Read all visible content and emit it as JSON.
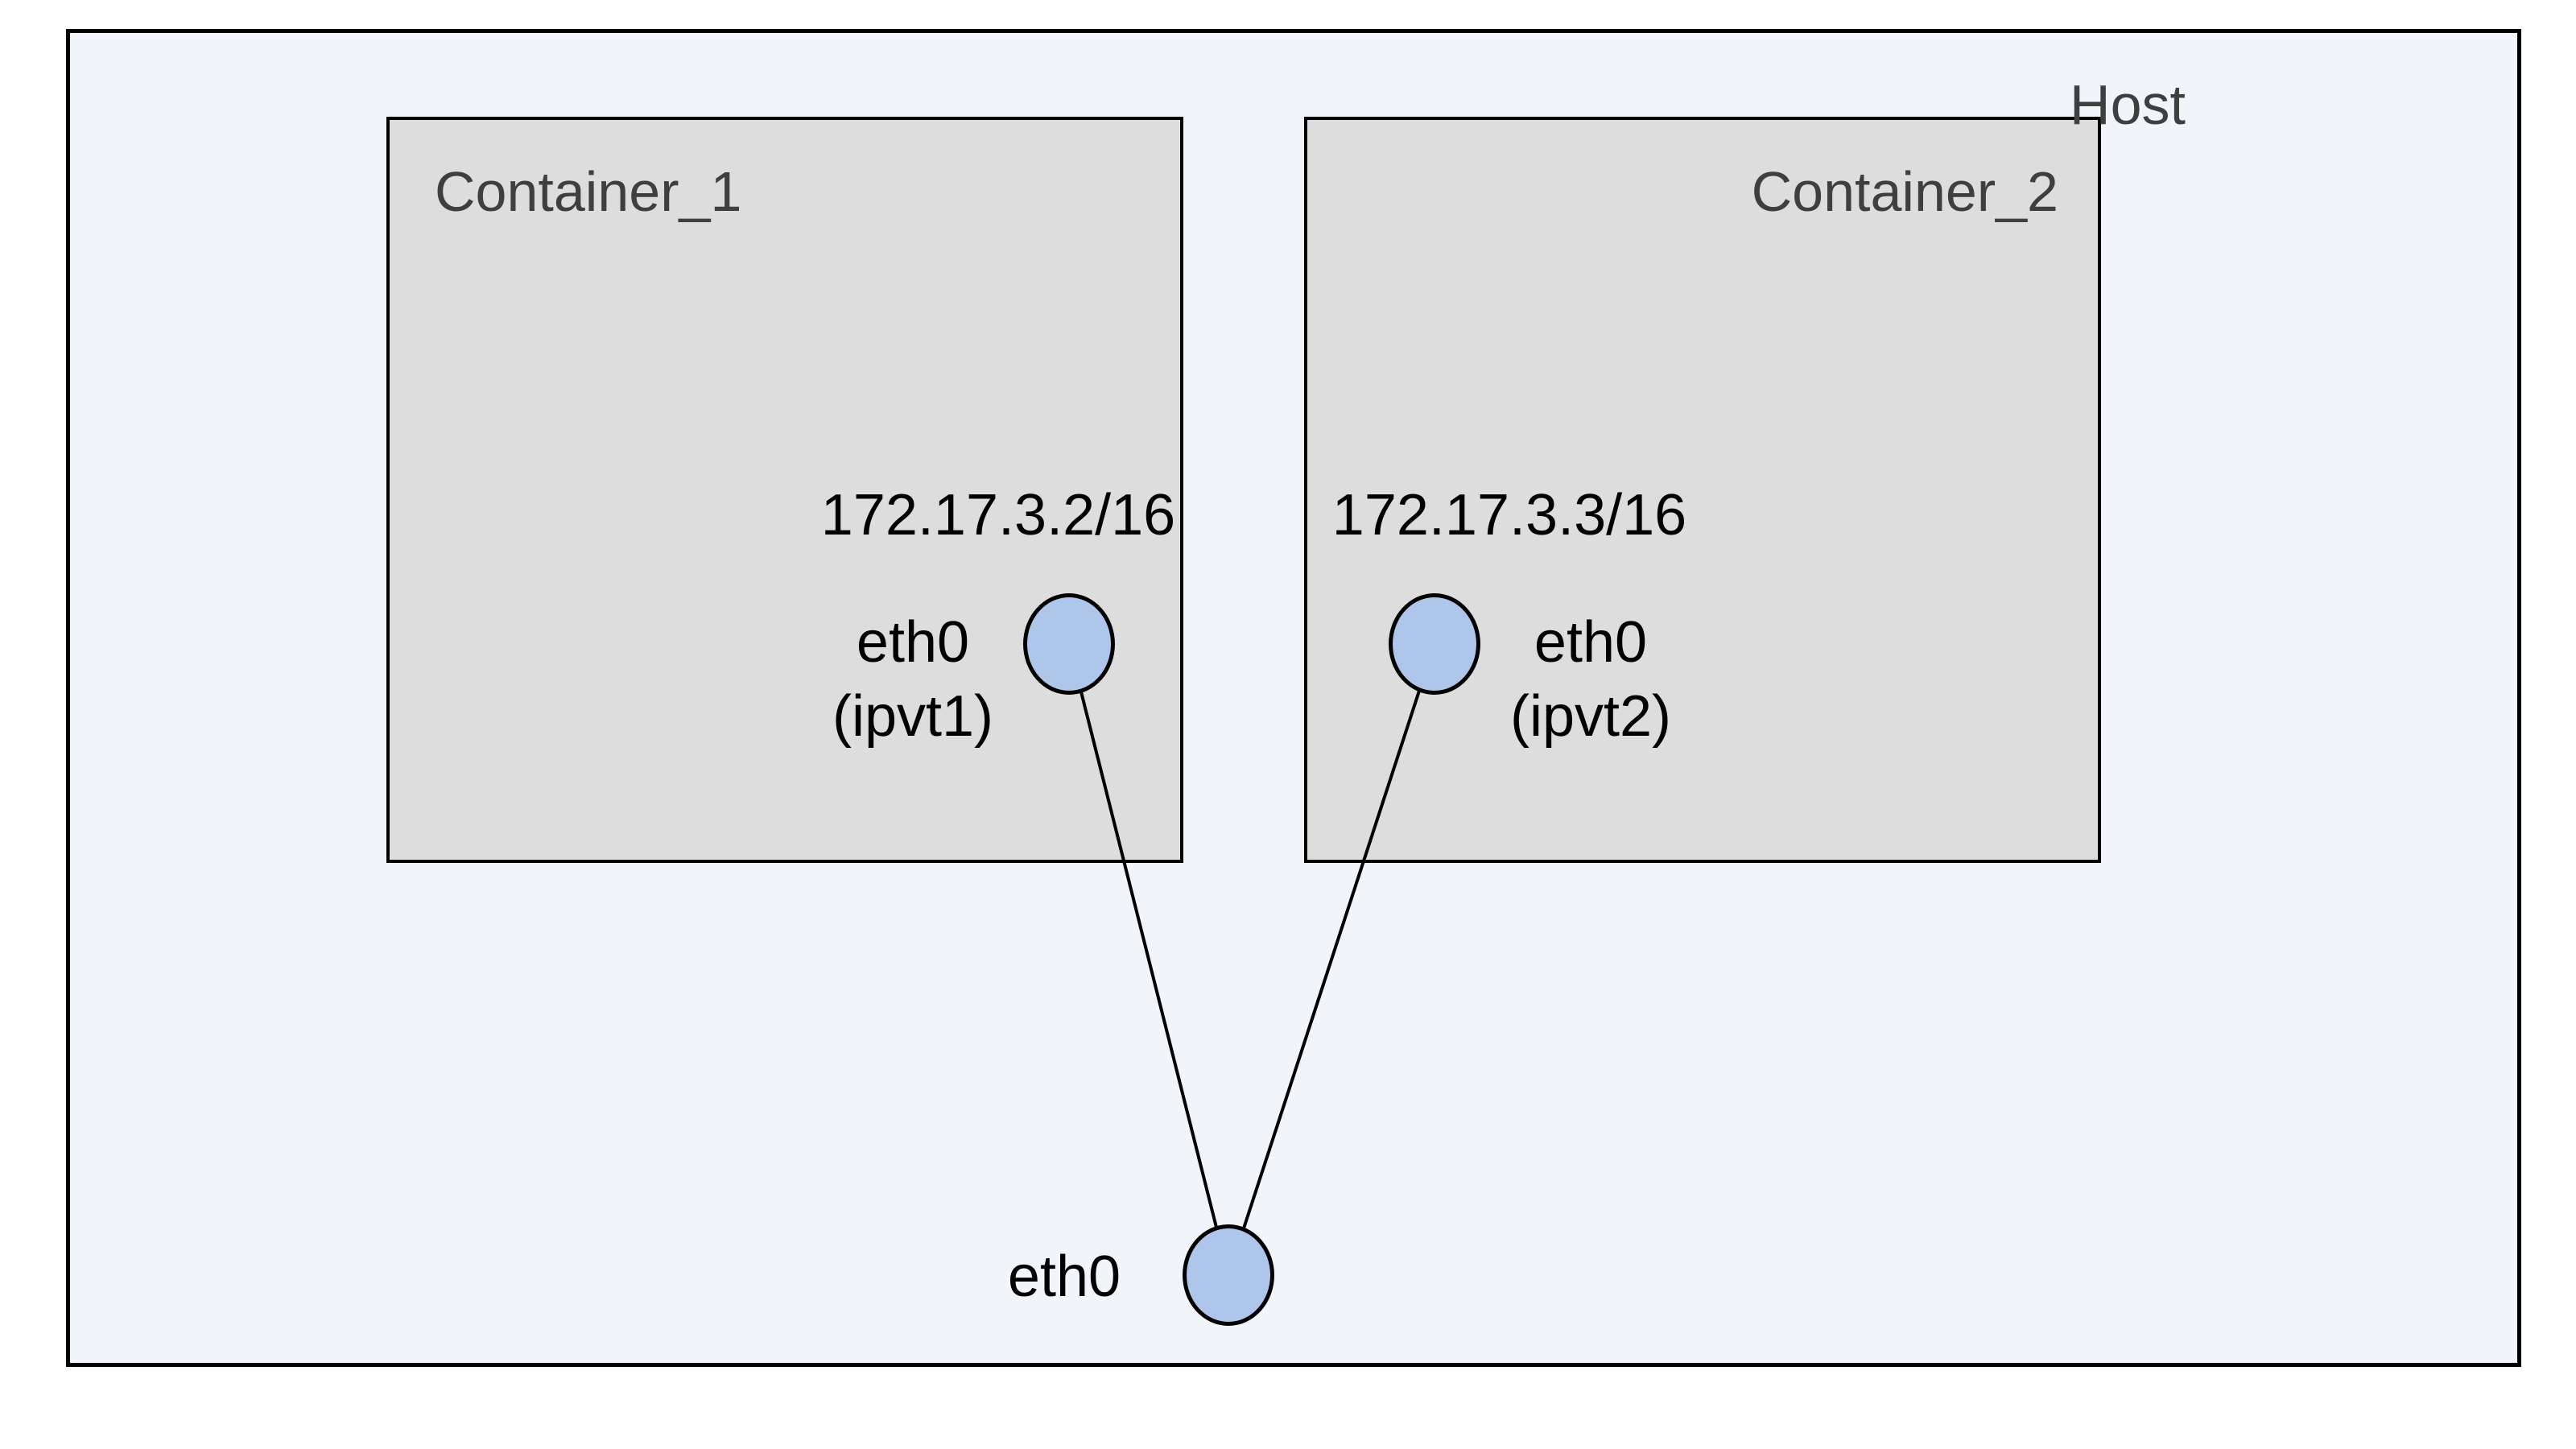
{
  "diagram": {
    "host": {
      "label": "Host",
      "interface": {
        "label": "eth0"
      }
    },
    "containers": [
      {
        "label": "Container_1",
        "ip": "172.17.3.2/16",
        "interface": "eth0",
        "veth": "(ipvt1)"
      },
      {
        "label": "Container_2",
        "ip": "172.17.3.3/16",
        "interface": "eth0",
        "veth": "(ipvt2)"
      }
    ],
    "colors": {
      "page_background": "#ffffff",
      "host_background": "#f1f5fa",
      "container_background": "#dddddd",
      "node_fill": "#adc6ea",
      "stroke": "#000000",
      "label_gray": "#3f3f3f",
      "text_black": "#000000"
    }
  }
}
